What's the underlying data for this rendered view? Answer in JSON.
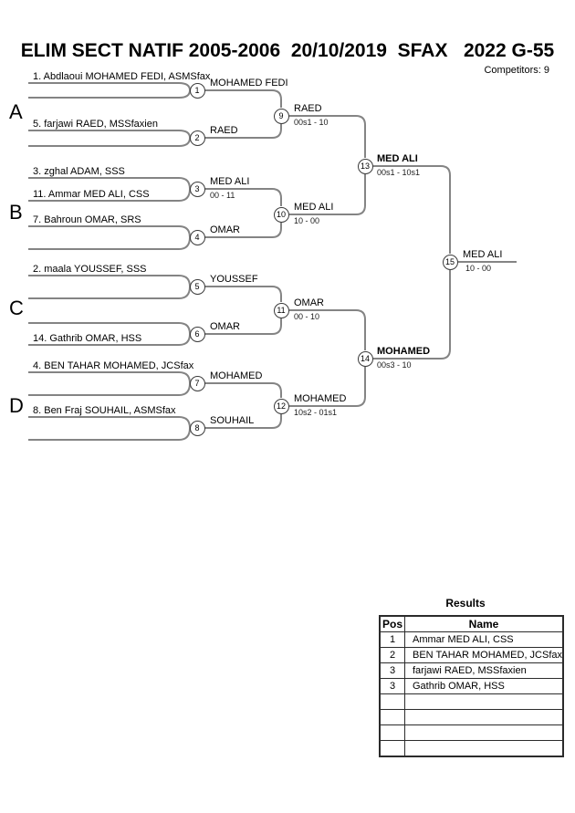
{
  "header": {
    "title": "ELIM SECT NATIF 2005-2006  20/10/2019  SFAX   2022 G-55",
    "competitors_label": "Competitors: 9"
  },
  "bracket": {
    "sections": [
      "A",
      "B",
      "C",
      "D"
    ],
    "players": [
      {
        "label": "1. Abdlaoui MOHAMED FEDI, ASMSfax"
      },
      {
        "label": "5. farjawi RAED, MSSfaxien"
      },
      {
        "label": "3. zghal ADAM, SSS"
      },
      {
        "label": "11. Ammar MED ALI, CSS"
      },
      {
        "label": "7. Bahroun OMAR, SRS"
      },
      {
        "label": "2. maala YOUSSEF, SSS"
      },
      {
        "label": "14. Gathrib OMAR, HSS"
      },
      {
        "label": "4. BEN TAHAR MOHAMED, JCSfax"
      },
      {
        "label": "8. Ben Fraj SOUHAIL, ASMSfax"
      }
    ],
    "matches": [
      {
        "number": "1",
        "winner": "MOHAMED FEDI"
      },
      {
        "number": "2",
        "winner": "RAED"
      },
      {
        "number": "3",
        "winner": "MED ALI",
        "score": "00 - 11"
      },
      {
        "number": "4",
        "winner": "OMAR"
      },
      {
        "number": "5",
        "winner": "YOUSSEF"
      },
      {
        "number": "6",
        "winner": "OMAR"
      },
      {
        "number": "7",
        "winner": "MOHAMED"
      },
      {
        "number": "8",
        "winner": "SOUHAIL"
      },
      {
        "number": "9",
        "winner": "RAED",
        "score": "00s1 - 10"
      },
      {
        "number": "10",
        "winner": "MED ALI",
        "score": "10 - 00"
      },
      {
        "number": "11",
        "winner": "OMAR",
        "score": "00 - 10"
      },
      {
        "number": "12",
        "winner": "MOHAMED",
        "score": "10s2 - 01s1"
      },
      {
        "number": "13",
        "winner": "MED ALI",
        "score": "00s1 - 10s1"
      },
      {
        "number": "14",
        "winner": "MOHAMED",
        "score": "00s3 - 10"
      },
      {
        "number": "15",
        "winner": "MED ALI",
        "score": "10 - 00"
      }
    ],
    "colors": {
      "line": "#848484",
      "circle_border": "#3a3a3a",
      "text": "#000000"
    }
  },
  "results": {
    "title": "Results",
    "columns": [
      "Pos",
      "Name"
    ],
    "rows": [
      {
        "pos": "1",
        "name": "Ammar MED ALI, CSS"
      },
      {
        "pos": "2",
        "name": "BEN TAHAR MOHAMED, JCSfax"
      },
      {
        "pos": "3",
        "name": "farjawi RAED, MSSfaxien"
      },
      {
        "pos": "3",
        "name": "Gathrib OMAR, HSS"
      },
      {
        "pos": "",
        "name": ""
      },
      {
        "pos": "",
        "name": ""
      },
      {
        "pos": "",
        "name": ""
      },
      {
        "pos": "",
        "name": ""
      }
    ]
  }
}
